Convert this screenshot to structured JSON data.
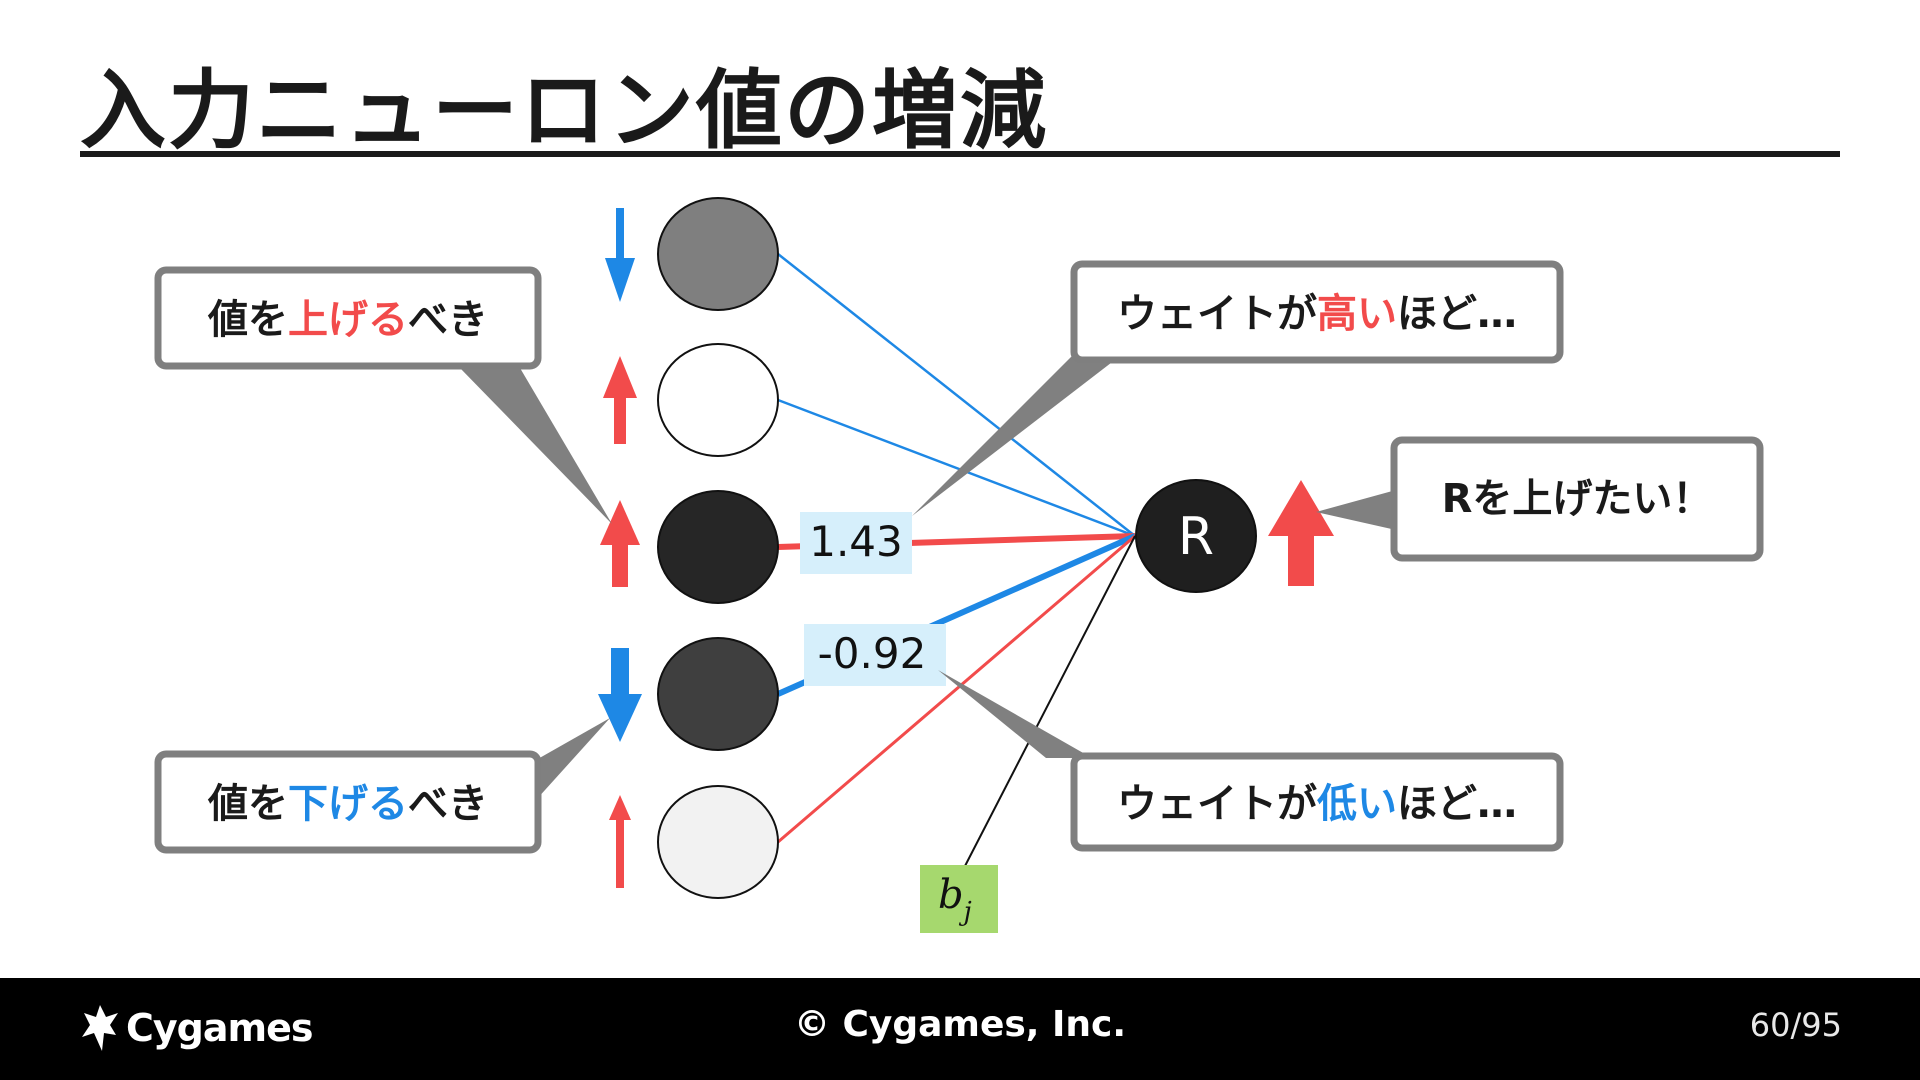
{
  "slide": {
    "title": "入力ニューロン値の増減",
    "page_number": "60/95"
  },
  "diagram": {
    "output_node_label": "R",
    "weight_high_value": "1.43",
    "weight_low_value": "-0.92",
    "bias_label": "b",
    "bias_subscript": "j",
    "callout_raise": {
      "prefix": "値を",
      "highlight": "上げる",
      "suffix": "べき"
    },
    "callout_lower": {
      "prefix": "値を",
      "highlight": "下げる",
      "suffix": "べき"
    },
    "callout_weight_high": {
      "prefix": "ウェイトが",
      "highlight": "高い",
      "suffix": "ほど…"
    },
    "callout_weight_low": {
      "prefix": "ウェイトが",
      "highlight": "低い",
      "suffix": "ほど…"
    },
    "callout_goal": "Rを上げたい！",
    "input_nodes": [
      {
        "fill": "#7f7f7f",
        "arrow": "down"
      },
      {
        "fill": "#ffffff",
        "arrow": "up"
      },
      {
        "fill": "#262626",
        "arrow": "up"
      },
      {
        "fill": "#3f3f3f",
        "arrow": "down"
      },
      {
        "fill": "#f2f2f2",
        "arrow": "up"
      }
    ],
    "colors": {
      "red": "#f24b4b",
      "blue": "#1e88e5",
      "label_bg": "#d6effb",
      "bias_bg": "#a6d86e"
    }
  },
  "footer": {
    "logo_text": "Cygames",
    "copyright": "© Cygames, Inc."
  }
}
